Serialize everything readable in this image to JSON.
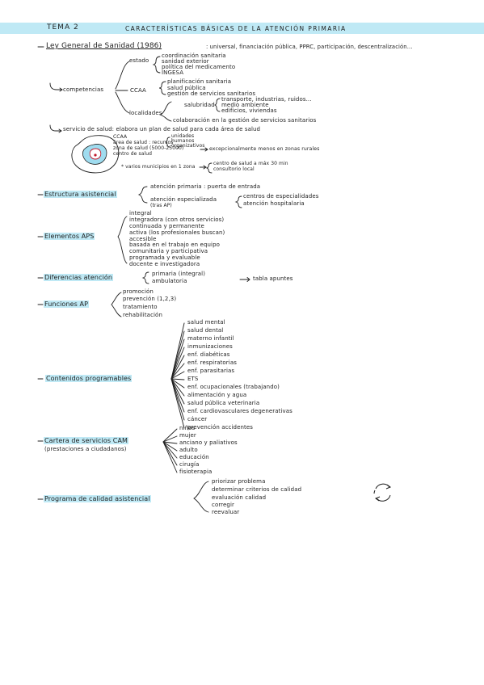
{
  "colors": {
    "highlight": "#bfe9f5",
    "ink": "#1f1f1f",
    "water": "#9fdcef"
  },
  "header": {
    "tema": "TEMA 2",
    "title": "CARACTERÍSTICAS BÁSICAS DE LA ATENCIÓN PRIMARIA"
  },
  "ley": {
    "title": "Ley General de Sanidad (1986)",
    "tail": ": universal, financiación pública, PPRC, participación, descentralización...",
    "competencias_label": "competencias",
    "estado_label": "estado",
    "estado_items": [
      "coordinación sanitaria",
      "sanidad exterior",
      "política del medicamento",
      "INGESA"
    ],
    "ccaa_label": "CCAA",
    "ccaa_items": [
      "planificación sanitaria",
      "salud pública",
      "gestión de servicios sanitarios"
    ],
    "localidades_label": "localidades",
    "salubridad_label": "salubridad",
    "salubridad_items": [
      "transporte, industrias, ruidos...",
      "medio ambiente",
      "edificios, viviendas"
    ],
    "colaboracion": "colaboración en la gestión de servicios sanitarios"
  },
  "servicio": {
    "intro": "servicio de salud: elabora un plan de salud para cada área de salud",
    "map_labels": [
      "CCAA",
      "área de salud : recursos",
      "zona de salud (5000-25000)",
      "centro de salud"
    ],
    "area_items": [
      "unidades",
      "humanos",
      "organizativos"
    ],
    "zona_note": "excepcionalmente menos en zonas rurales",
    "municipios_note": "* varios municipios en 1 zona",
    "municipios_items": [
      "centro de salud a máx 30 min",
      "consultorio local"
    ]
  },
  "estructura": {
    "label": "Estructura asistencial",
    "primaria": "atención primaria : puerta de entrada",
    "especializada": "atención especializada",
    "especializada_note": "(tras AP)",
    "esp_items": [
      "centros de especialidades",
      "atención hospitalaria"
    ]
  },
  "elementos": {
    "label": "Elementos APS",
    "items": [
      "integral",
      "integradora (con otros servicios)",
      "continuada y permanente",
      "activa (los profesionales buscan)",
      "accesible",
      "basada en el trabajo en equipo",
      "comunitaria y participativa",
      "programada y evaluable",
      "docente e investigadora"
    ]
  },
  "diferencias": {
    "label": "Diferencias atención",
    "items": [
      "primaria (integral)",
      "ambulatoria"
    ],
    "note": "tabla apuntes"
  },
  "funciones": {
    "label": "Funciones AP",
    "items": [
      "promoción",
      "prevención (1,2,3)",
      "tratamiento",
      "rehabilitación"
    ]
  },
  "contenidos": {
    "label": "Contenidos programables",
    "items": [
      "salud mental",
      "salud dental",
      "materno infantil",
      "inmunizaciones",
      "enf. diabéticas",
      "enf. respiratorias",
      "enf. parasitarias",
      "ETS",
      "enf. ocupacionales (trabajando)",
      "alimentación y agua",
      "salud pública veterinaria",
      "enf. cardiovasculares degenerativas",
      "cáncer",
      "prevención accidentes"
    ]
  },
  "cartera": {
    "label": "Cartera de servicios CAM",
    "note": "(prestaciones a ciudadanos)",
    "items": [
      "niños",
      "mujer",
      "anciano y paliativos",
      "adulto",
      "educación",
      "cirugía",
      "fisioterapia"
    ]
  },
  "calidad": {
    "label": "Programa de calidad asistencial",
    "items": [
      "priorizar problema",
      "determinar criterios de calidad",
      "evaluación calidad",
      "corregir",
      "reevaluar"
    ],
    "cycle_icon": "cycle-arrows-icon"
  }
}
